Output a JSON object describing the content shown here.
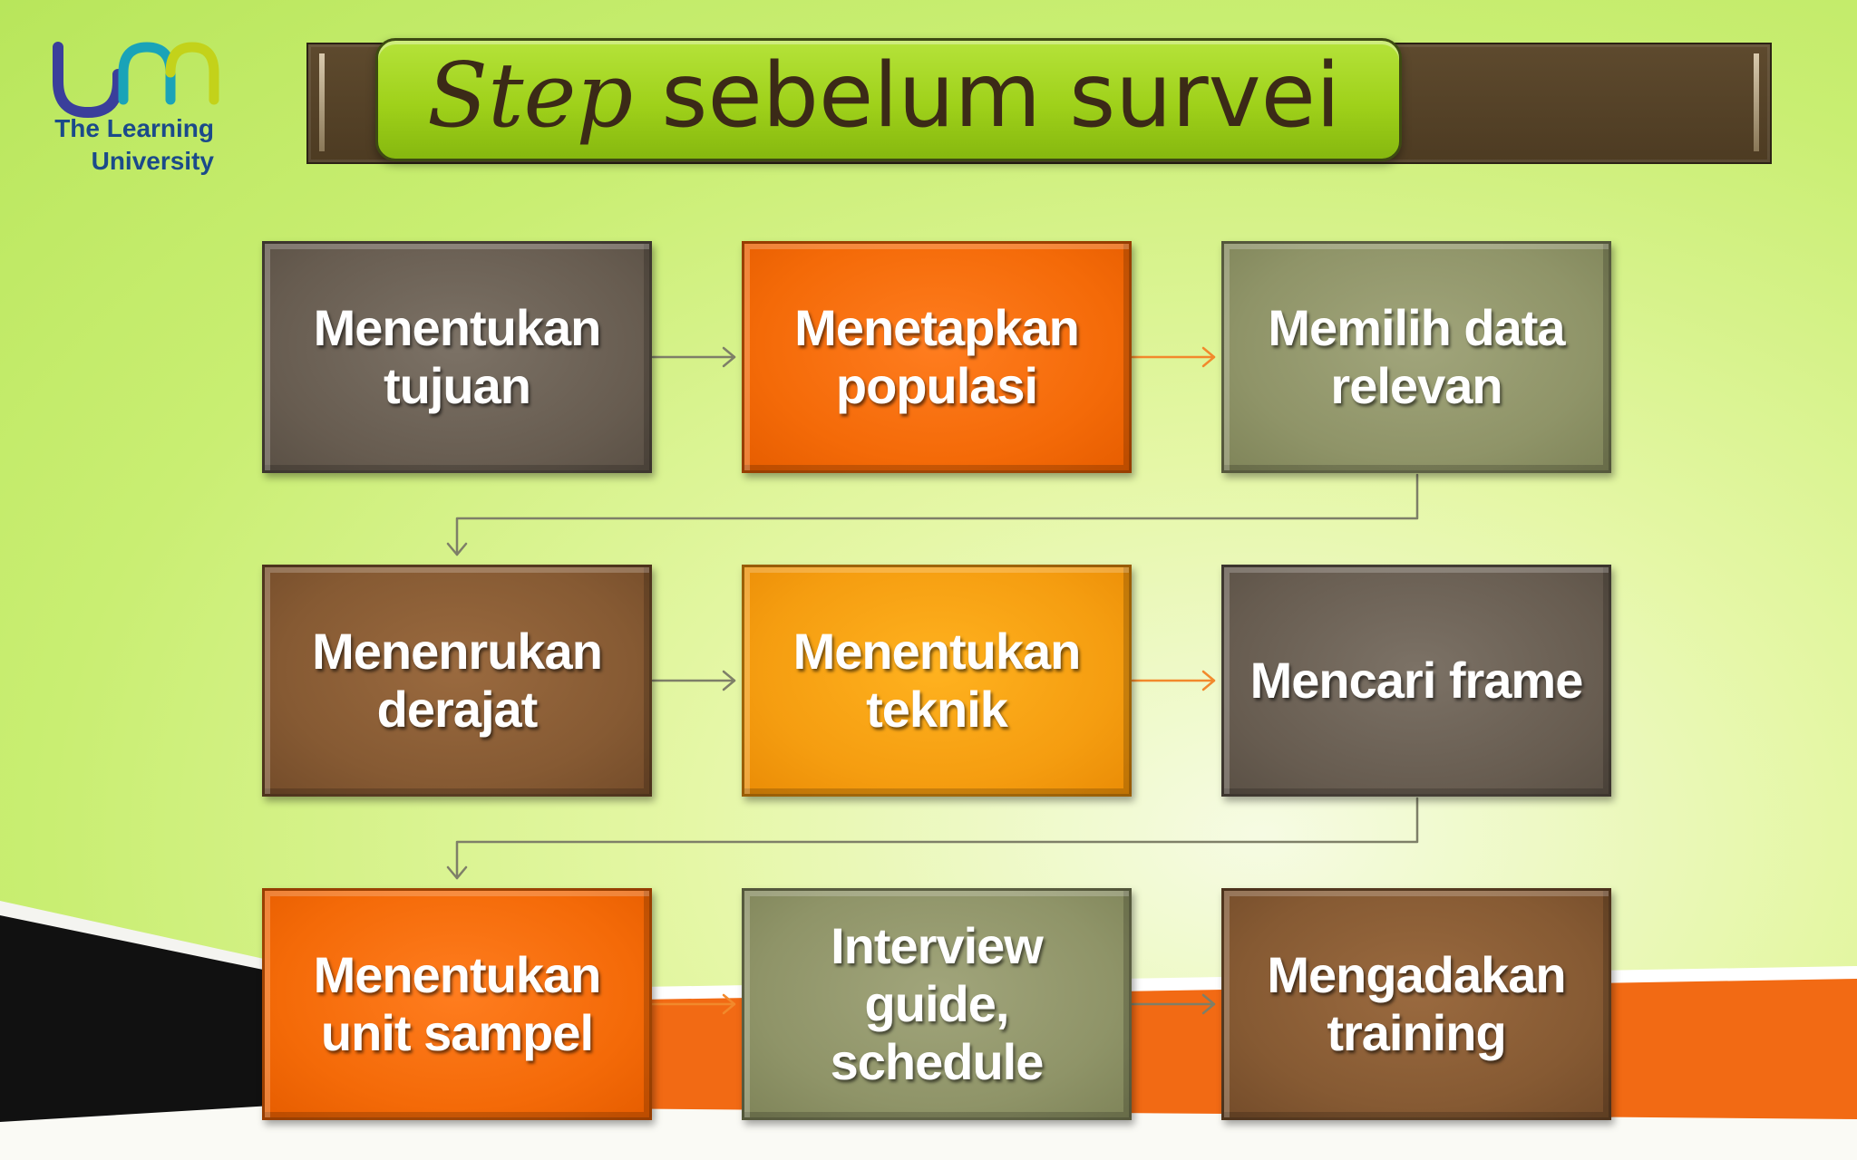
{
  "logo": {
    "line1": "The Learning",
    "line2": "University"
  },
  "title": {
    "italic_part": "Step",
    "rest": " sebelum survei"
  },
  "steps": [
    {
      "label": "Menentukan tujuan"
    },
    {
      "label": "Menetapkan populasi"
    },
    {
      "label": "Memilih data relevan"
    },
    {
      "label": "Menenrukan derajat"
    },
    {
      "label": "Menentukan teknik"
    },
    {
      "label": "Mencari frame"
    },
    {
      "label": "Menentukan unit sampel"
    },
    {
      "label": "Interview guide, schedule"
    },
    {
      "label": "Mengadakan training"
    }
  ],
  "colors": {
    "title_green": "#9fd11a",
    "title_bar_brown": "#4d3b22",
    "box_gray": "#675c50",
    "box_orange": "#f46a08",
    "box_olive": "#8f9468",
    "box_brown": "#865a33",
    "box_amber": "#f59d10",
    "arrow_gray": "#7e7f68",
    "arrow_orange": "#f2892c"
  }
}
